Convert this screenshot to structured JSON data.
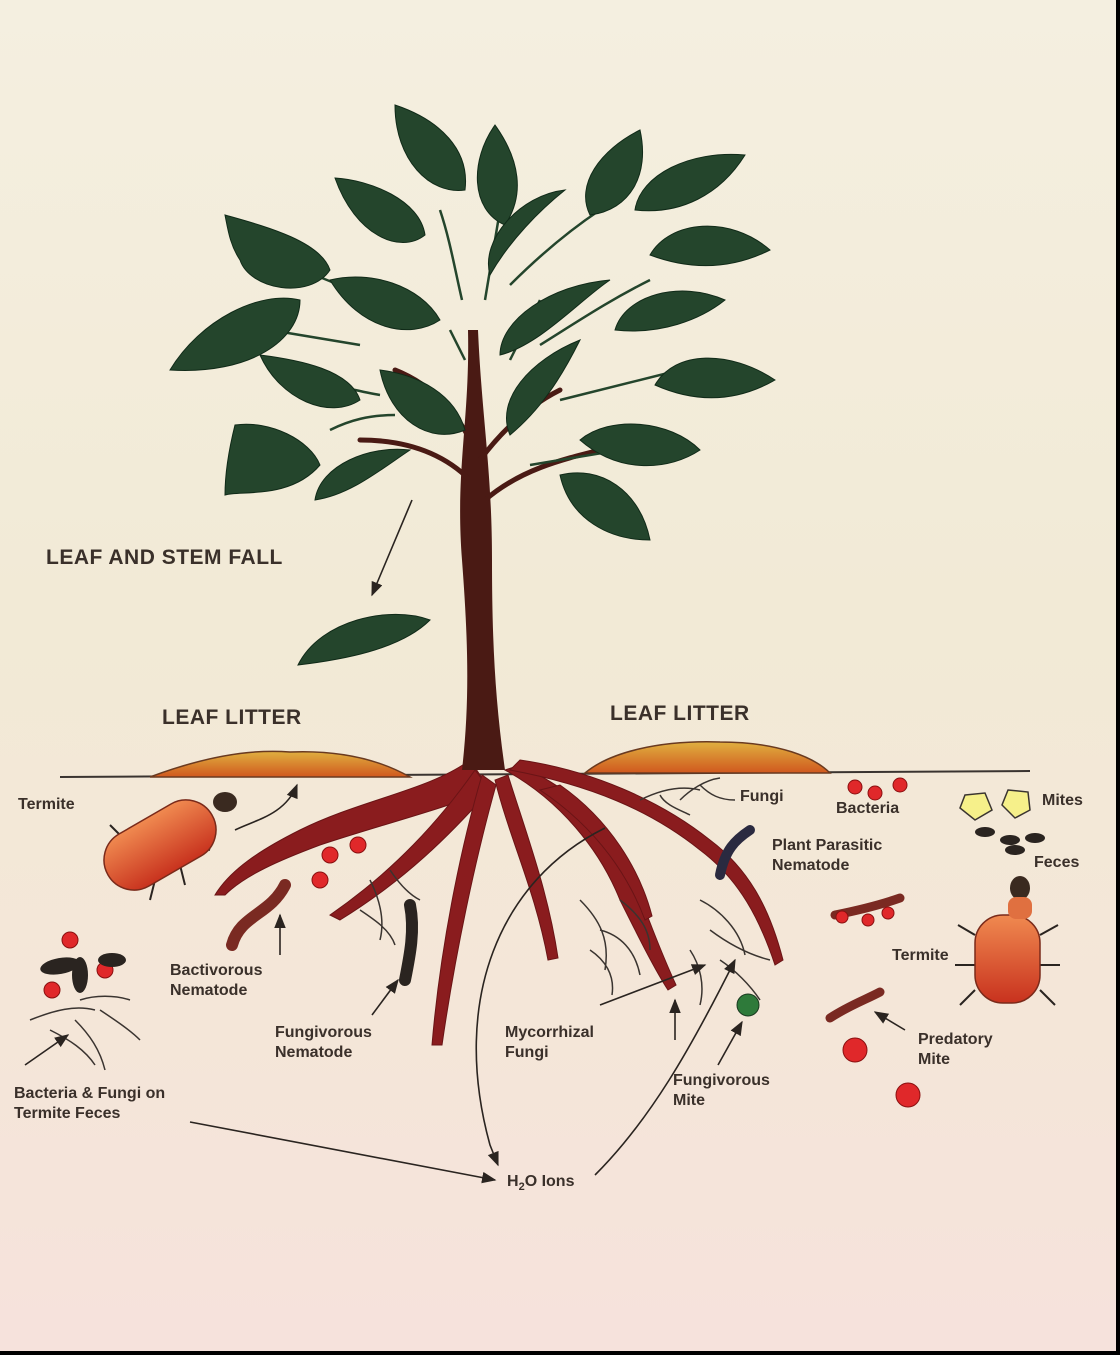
{
  "labels": {
    "leaf_and_stem_fall": "LEAF AND STEM FALL",
    "leaf_litter_left": "LEAF LITTER",
    "leaf_litter_right": "LEAF LITTER",
    "termite_left": "Termite",
    "termite_right": "Termite",
    "fungi": "Fungi",
    "bacteria": "Bacteria",
    "mites": "Mites",
    "feces": "Feces",
    "plant_parasitic_nematode": [
      "Plant Parasitic",
      "Nematode"
    ],
    "bactivorous_nematode": [
      "Bactivorous",
      "Nematode"
    ],
    "fungivorous_nematode": [
      "Fungivorous",
      "Nematode"
    ],
    "mycorrhizal_fungi": [
      "Mycorrhizal",
      "Fungi"
    ],
    "fungivorous_mite": [
      "Fungivorous",
      "Mite"
    ],
    "predatory_mite": [
      "Predatory",
      "Mite"
    ],
    "bacteria_fungi_termite_feces": [
      "Bacteria & Fungi on",
      "Termite Feces"
    ],
    "h2o_ions": {
      "h": "H",
      "sub": "2",
      "rest": "O Ions"
    }
  },
  "colors": {
    "leaf": "#24452c",
    "trunk": "#4a1a14",
    "root": "#8a1c1e",
    "termite": "#d8442a",
    "bacteria": "#e0282a",
    "litter": "#d8882a",
    "text": "#3a302a"
  }
}
